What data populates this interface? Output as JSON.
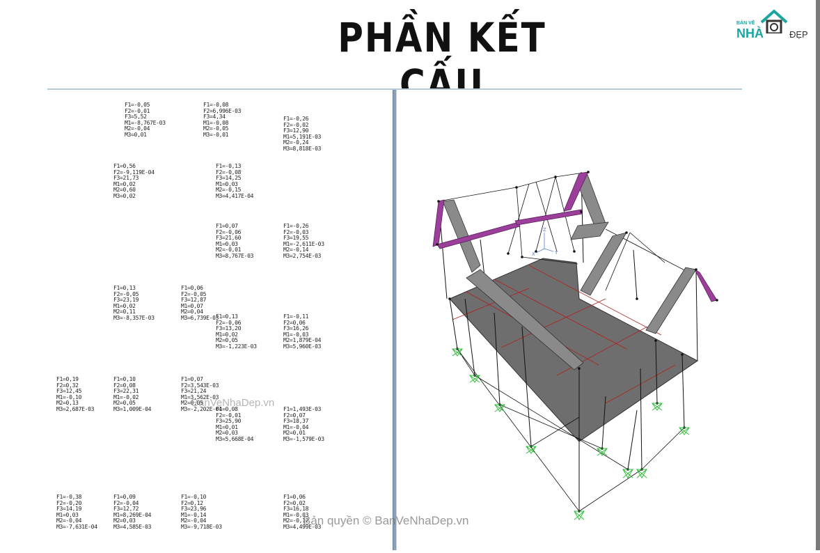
{
  "title": "PHẦN KẾT CẤU",
  "logo": {
    "small": "BẢN VẼ",
    "big": "NHÀ",
    "dep": "ĐẸP"
  },
  "watermarks": {
    "center": "BanVeNhaDep.vn",
    "bottom": "Bản quyền © BanVeNhaDep.vn"
  },
  "results": [
    "F1=-0,05\nF2=-0,01\nF3=5,52\nM1=-8,767E-03\nM2=-0,04\nM3=0,01",
    "F1=-0,08\nF2=6,996E-03\nF3=4,34\nM1=-0,08\nM2=-0,05\nM3=-0,01",
    "F1=-0,26\nF2=-0,02\nF3=12,90\nM1=5,191E-03\nM2=-0,24\nM3=8,818E-03",
    "F1=0,56\nF2=-9,119E-04\nF3=21,73\nM1=0,02\nM2=0,60\nM3=0,02",
    "F1=-0,13\nF2=-0,08\nF3=14,25\nM1=0,03\nM2=-0,15\nM3=4,417E-04",
    "F1=0,07\nF2=-0,06\nF3=21,60\nM1=0,03\nM2=-0,01\nM3=8,767E-03",
    "F1=-0,26\nF2=-0,03\nF3=19,55\nM1=-2,611E-03\nM2=-0,14\nM3=2,754E-03",
    "F1=0,13\nF2=-0,05\nF3=23,19\nM1=0,02\nM2=0,11\nM3=-8,357E-03",
    "F1=0,06\nF2=-0,05\nF3=12,87\nM1=0,07\nM2=0,04\nM3=6,739E-03",
    "F1=0,13\nF2=-0,06\nF3=13,20\nM1=0,02\nM2=0,05\nM3=-1,223E-03",
    "F1=-0,11\nF2=0,06\nF3=16,26\nM1=-0,03\nM2=1,879E-04\nM3=5,960E-03",
    "F1=0,19\nF2=0,32\nF3=12,45\nM1=-0,10\nM2=0,13\nM3=2,687E-03",
    "F1=0,10\nF2=0,08\nF3=22,31\nM1=-0,02\nM2=0,05\nM3=1,009E-04",
    "F1=0,07\nF2=3,543E-03\nF3=21,24\nM1=3,562E-03\nM2=0,05\nM3=-2,202E-04",
    "F1=0,08\nF2=-0,01\nF3=25,90\nM1=0,01\nM2=0,03\nM3=5,668E-04",
    "F1=1,493E-03\nF2=0,07\nF3=18,37\nM1=-0,04\nM2=0,01\nM3=-1,579E-03",
    "F1=-0,38\nF2=-0,20\nF3=14,19\nM1=0,03\nM2=-0,04\nM3=-7,631E-04",
    "F1=0,09\nF2=-0,04\nF3=12,72\nM1=8,269E-04\nM2=0,03\nM3=4,585E-03",
    "F1=-0,10\nF2=0,12\nF3=23,96\nM1=-0,14\nM2=-0,04\nM3=-9,718E-03",
    "F1=0,06\nF2=0,02\nF3=16,18\nM1=-0,03\nM2=-0,12\nM3=4,499E-03"
  ],
  "axes": {
    "x": "X",
    "y": "Y",
    "z": "Z"
  },
  "colors": {
    "slab": "#6e6e6e",
    "roof_purple": "#9b3f9b",
    "support": "#2fbf3a",
    "frame": "#111111",
    "beam_red": "#b02020"
  }
}
